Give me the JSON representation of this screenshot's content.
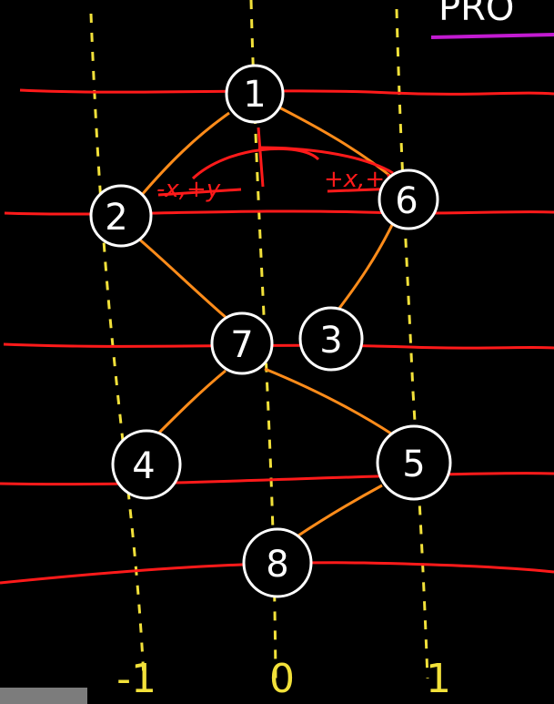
{
  "header": {
    "partial_title": "PRO"
  },
  "nodes": [
    {
      "id": "n1",
      "label": "1"
    },
    {
      "id": "n2",
      "label": "2"
    },
    {
      "id": "n6",
      "label": "6"
    },
    {
      "id": "n7",
      "label": "7"
    },
    {
      "id": "n3",
      "label": "3"
    },
    {
      "id": "n4",
      "label": "4"
    },
    {
      "id": "n5",
      "label": "5"
    },
    {
      "id": "n8",
      "label": "8"
    }
  ],
  "annotations": {
    "left": "-x,+y",
    "right": "+x,+y"
  },
  "columns": {
    "left": "-1",
    "center": "0",
    "right": "1"
  },
  "colors": {
    "background": "#000000",
    "node": "#ffffff",
    "edge": "#ff8c1a",
    "column_line": "#f2e13a",
    "level_line": "#ff1a1a",
    "annotation": "#ff1a1a",
    "underline": "#c21bd1"
  }
}
